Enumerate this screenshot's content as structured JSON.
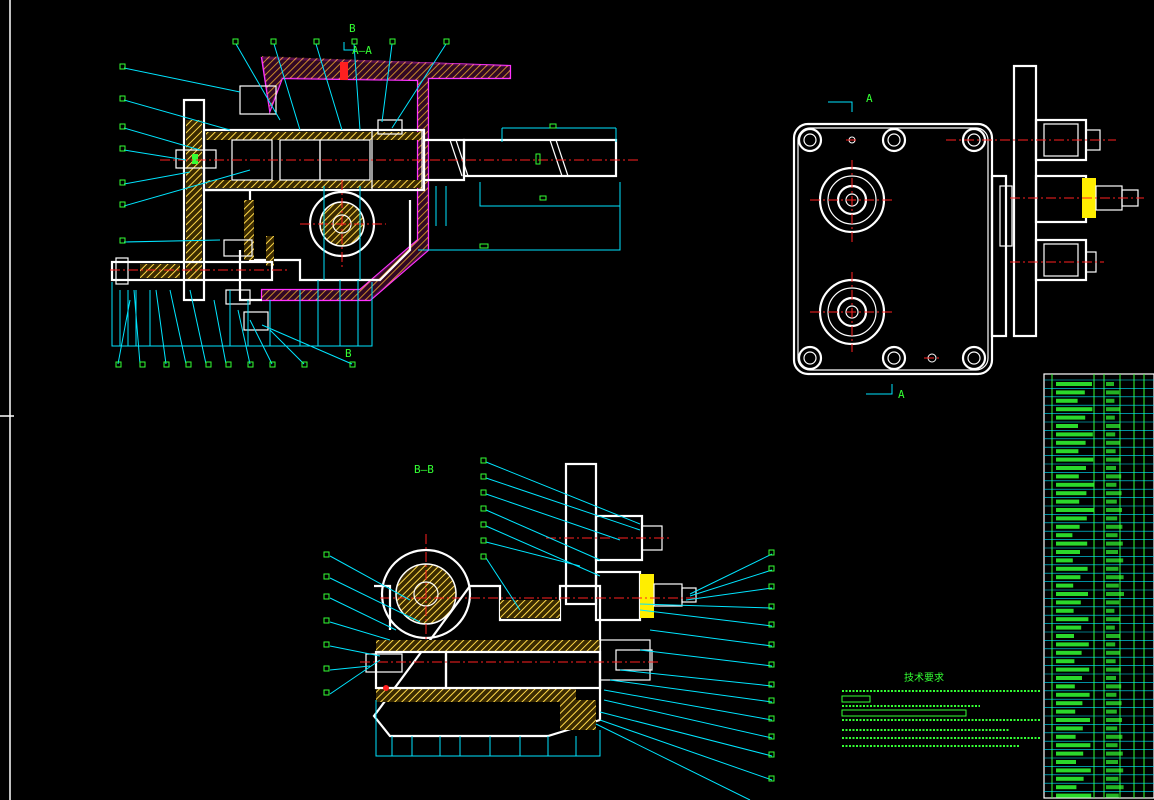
{
  "views": {
    "section_aa": {
      "label": "A—A",
      "marker_b_top": "B",
      "marker_b_bottom": "B"
    },
    "top_view": {
      "marker_a_top": "A",
      "marker_a_bottom": "A"
    },
    "section_bb": {
      "label": "B—B"
    }
  },
  "notes": {
    "title": "技术要求"
  },
  "colors": {
    "outline": "#ffffff",
    "leader": "#00e5ff",
    "dimension": "#33ff33",
    "centerline": "#ff2020",
    "housing": "#ff33ff",
    "hatch": "#ffd94a",
    "highlight": "#ffee00"
  }
}
